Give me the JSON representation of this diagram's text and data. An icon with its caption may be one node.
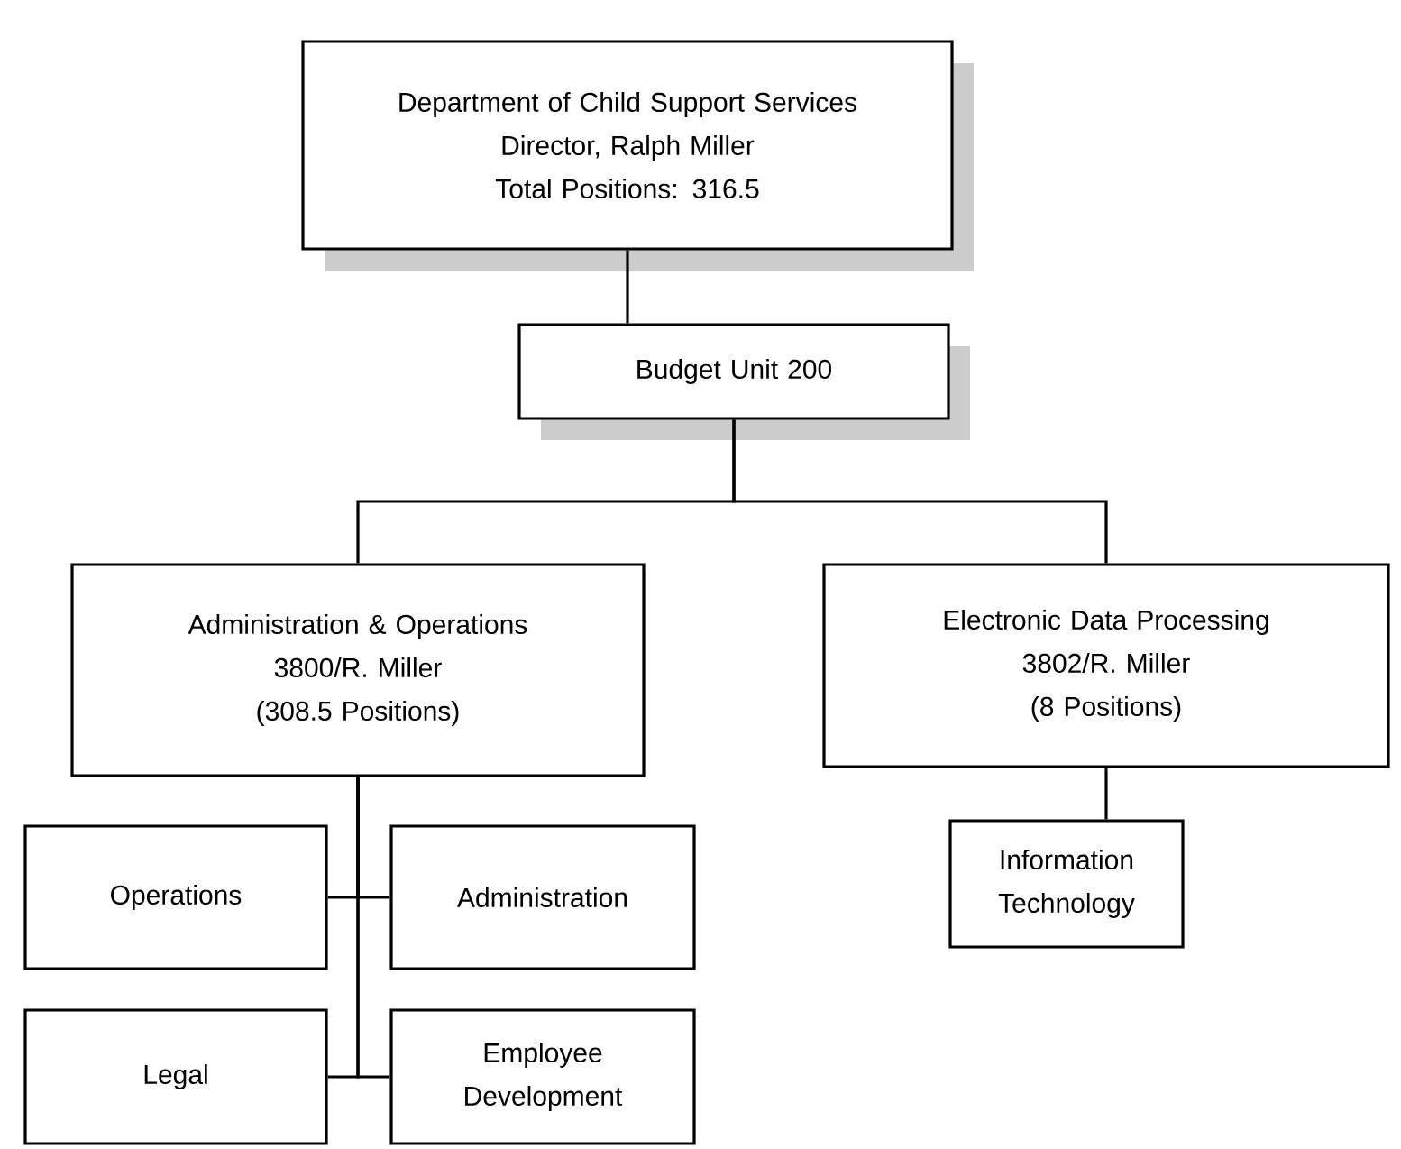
{
  "diagram": {
    "nodes": [
      {
        "text": [
          "Department of Child Support Services",
          "Director, Ralph Miller",
          "Total Positions: 316.5"
        ]
      },
      {
        "text": [
          "Budget Unit 200"
        ]
      },
      {
        "text": [
          "Administration & Operations",
          "3800/R. Miller",
          "(308.5 Positions)"
        ]
      },
      {
        "text": [
          "Electronic Data Processing",
          "3802/R. Miller",
          "(8 Positions)"
        ]
      },
      {
        "text": [
          "Operations"
        ]
      },
      {
        "text": [
          "Administration"
        ]
      },
      {
        "text": [
          "Legal"
        ]
      },
      {
        "text": [
          "Employee Development"
        ]
      },
      {
        "text": [
          "Information Technology"
        ]
      }
    ],
    "edges": [
      {
        "from": 0,
        "to": 1,
        "arrow": "none"
      },
      {
        "from": 1,
        "to": 2,
        "arrow": "none"
      },
      {
        "from": 1,
        "to": 3,
        "arrow": "none"
      },
      {
        "from": 2,
        "to": 4,
        "arrow": "none"
      },
      {
        "from": 2,
        "to": 5,
        "arrow": "none"
      },
      {
        "from": 2,
        "to": 6,
        "arrow": "none"
      },
      {
        "from": 2,
        "to": 7,
        "arrow": "none"
      },
      {
        "from": 3,
        "to": 8,
        "arrow": "none"
      }
    ]
  }
}
